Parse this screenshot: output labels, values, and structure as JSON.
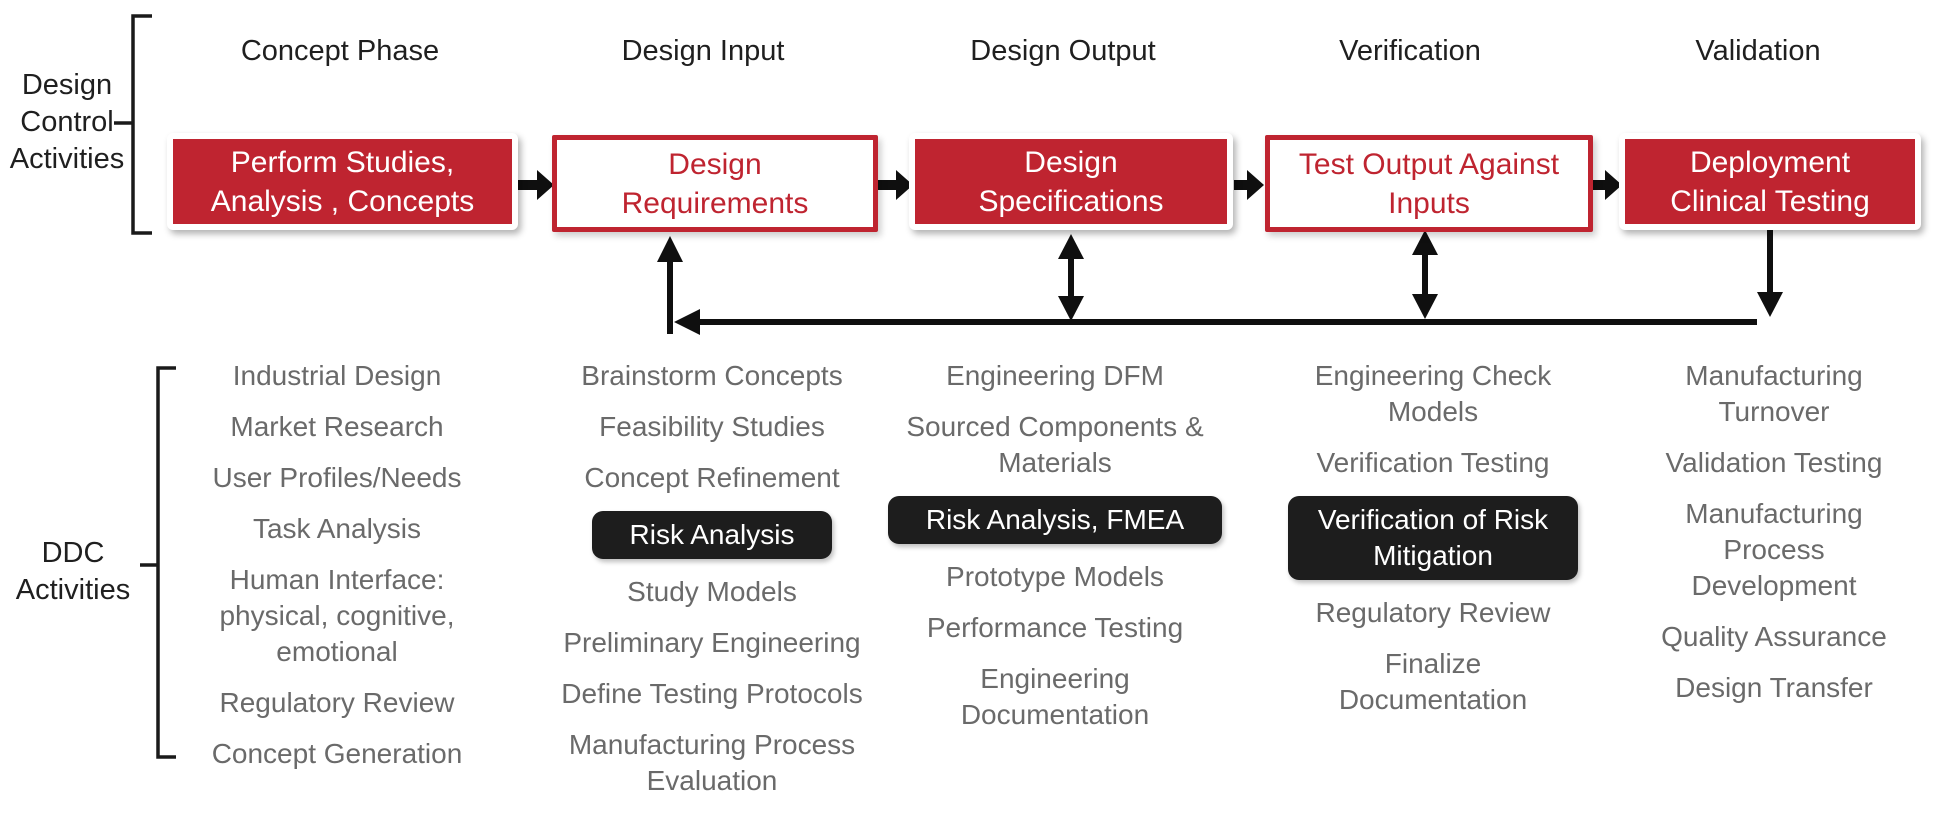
{
  "top": {
    "left_label_lines": [
      "Design",
      "Control",
      "Activities"
    ],
    "phases": [
      {
        "header": "Concept Phase",
        "box": {
          "style": "filled",
          "lines": [
            "Perform Studies,",
            "Analysis , Concepts"
          ]
        }
      },
      {
        "header": "Design Input",
        "box": {
          "style": "outline",
          "lines": [
            "Design",
            "Requirements"
          ]
        }
      },
      {
        "header": "Design Output",
        "box": {
          "style": "filled",
          "lines": [
            "Design",
            "Specifications"
          ]
        }
      },
      {
        "header": "Verification",
        "box": {
          "style": "outline",
          "lines": [
            "Test Output Against",
            "Inputs"
          ]
        }
      },
      {
        "header": "Validation",
        "box": {
          "style": "filled",
          "lines": [
            "Deployment",
            "Clinical Testing"
          ]
        }
      }
    ]
  },
  "bottom": {
    "left_label_lines": [
      "DDC",
      "Activities"
    ],
    "columns": [
      {
        "items": [
          {
            "text": "Industrial Design"
          },
          {
            "text": "Market Research"
          },
          {
            "text": "User Profiles/Needs"
          },
          {
            "text": "Task Analysis"
          },
          {
            "text": "Human Interface: physical, cognitive, emotional"
          },
          {
            "text": "Regulatory Review"
          },
          {
            "text": "Concept Generation"
          }
        ]
      },
      {
        "items": [
          {
            "text": "Brainstorm Concepts"
          },
          {
            "text": "Feasibility Studies"
          },
          {
            "text": "Concept Refinement"
          },
          {
            "text": "Risk Analysis",
            "highlight": true
          },
          {
            "text": "Study Models"
          },
          {
            "text": "Preliminary Engineering"
          },
          {
            "text": "Define Testing Protocols"
          },
          {
            "text": "Manufacturing Process Evaluation"
          }
        ]
      },
      {
        "items": [
          {
            "text": "Engineering DFM"
          },
          {
            "text": "Sourced Components & Materials"
          },
          {
            "text": "Risk Analysis, FMEA",
            "highlight": true
          },
          {
            "text": "Prototype Models"
          },
          {
            "text": "Performance Testing"
          },
          {
            "text": "Engineering Documentation"
          }
        ]
      },
      {
        "items": [
          {
            "text": "Engineering Check Models"
          },
          {
            "text": "Verification Testing"
          },
          {
            "text": "Verification of Risk Mitigation",
            "highlight": true
          },
          {
            "text": "Regulatory Review"
          },
          {
            "text": "Finalize Documentation"
          }
        ]
      },
      {
        "items": [
          {
            "text": "Manufacturing Turnover"
          },
          {
            "text": "Validation Testing"
          },
          {
            "text": "Manufacturing Process Development"
          },
          {
            "text": "Quality Assurance"
          },
          {
            "text": "Design Transfer"
          }
        ]
      }
    ]
  },
  "colors": {
    "red": "#bf2430",
    "chip_black": "#1d1d1d",
    "list_gray": "#6a6a6a",
    "arrow_black": "#0f0f0f"
  }
}
